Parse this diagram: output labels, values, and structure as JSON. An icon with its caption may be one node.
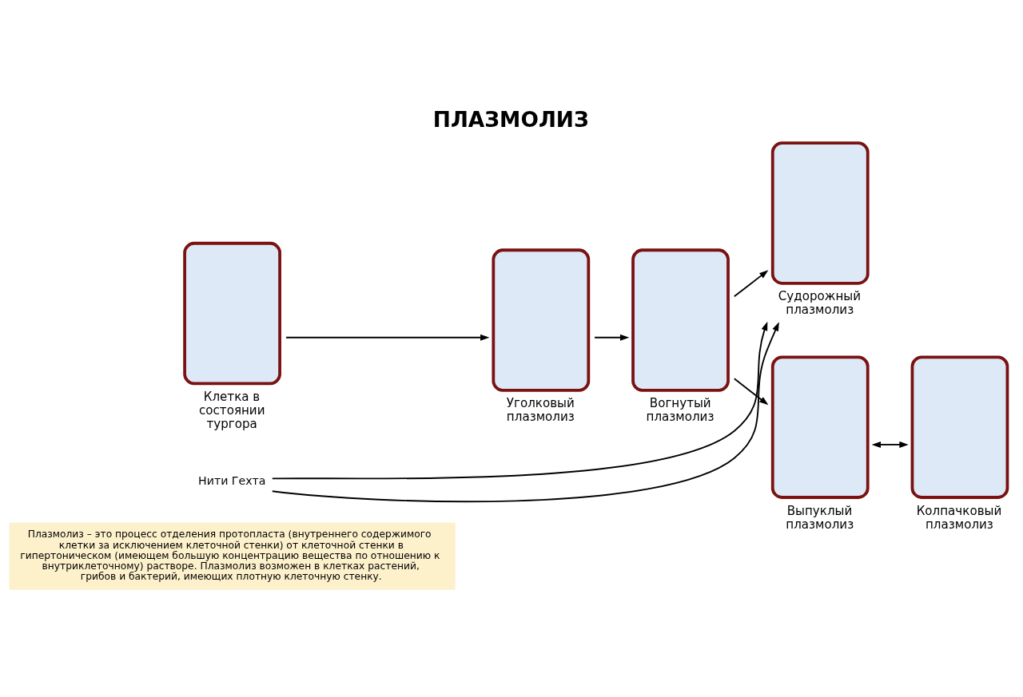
{
  "diagram": {
    "title": "ПЛАЗМОЛИЗ",
    "nodes": [
      {
        "text": [
          "Плазмолиз – это процесс отделения протопласта (внутреннего содержимого клетки за исключением клеточной стенки) от клеточной стенки в гипертоническом (имеющем большую концентрацию вещества по отношению к внутриклеточному) растворе. Плазмолиз возможен в клетках растений, грибов и бактерий, имеющих плотную клеточную стенку."
        ]
      },
      {
        "text": [],
        "shape": "box",
        "beside": [
          "Клетка в состоянии тургора"
        ]
      },
      {
        "text": [],
        "shape": "box",
        "beside": [
          "Уголковый плазмолиз"
        ]
      },
      {
        "text": [],
        "shape": "box",
        "beside": [
          "Вогнутый плазмолиз"
        ]
      },
      {
        "text": [],
        "shape": "box",
        "beside": [
          "Судорожный плазмолиз"
        ]
      },
      {
        "text": [],
        "shape": "box",
        "beside": [
          "Выпуклый плазмолиз"
        ]
      },
      {
        "text": [],
        "shape": "box",
        "beside": [
          "Колпачковый плазмолиз"
        ]
      },
      {
        "text": [
          "Нити Гехта"
        ]
      }
    ],
    "edges": [
      {
        "from": 1,
        "to": 2,
        "arrow": "to"
      },
      {
        "from": 2,
        "to": 3,
        "arrow": "to"
      },
      {
        "from": 3,
        "to": 4,
        "arrow": "to"
      },
      {
        "from": 3,
        "to": 5,
        "arrow": "to"
      },
      {
        "from": 5,
        "to": 6,
        "arrow": "both"
      },
      {
        "from": 7,
        "to": 4,
        "arrow": "to"
      },
      {
        "from": 7,
        "to": 4,
        "arrow": "to"
      }
    ]
  }
}
